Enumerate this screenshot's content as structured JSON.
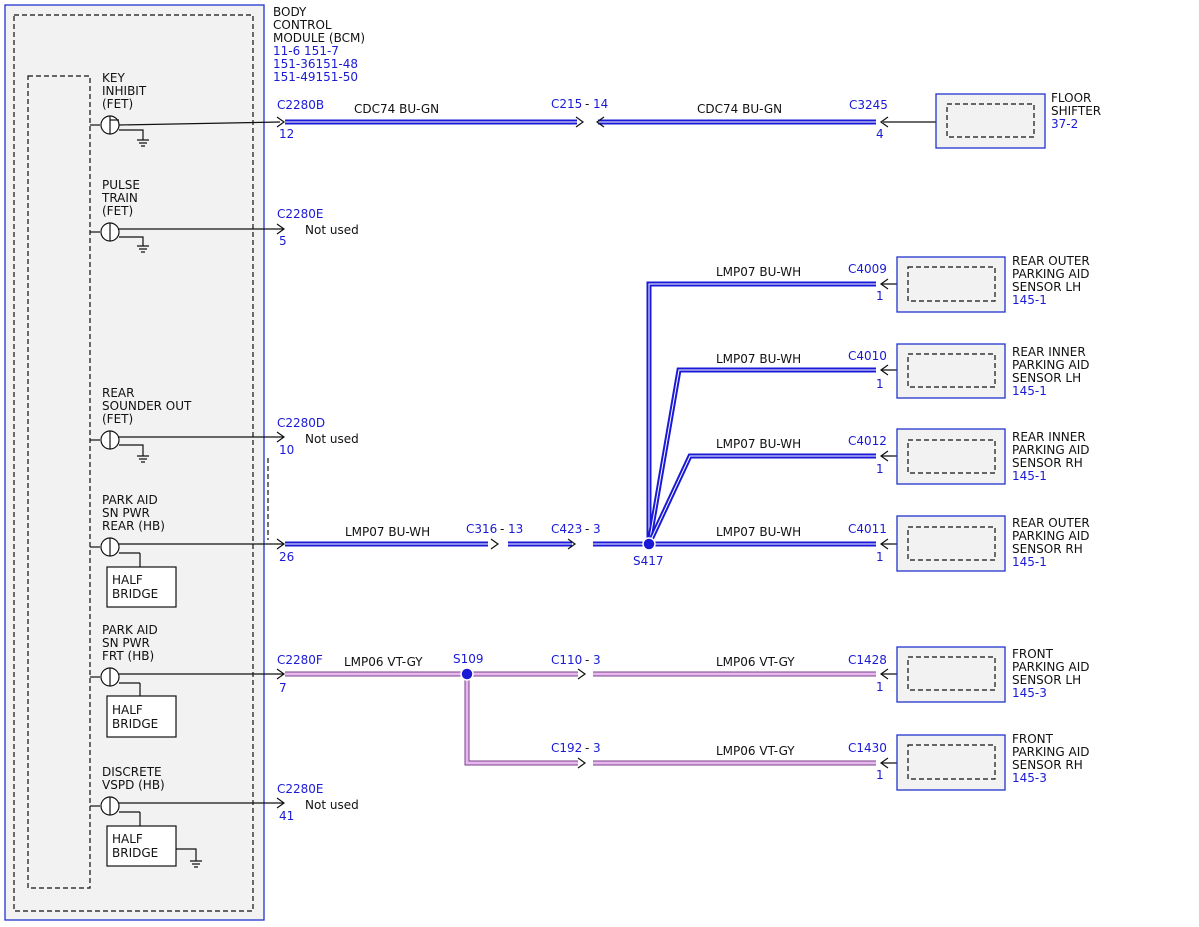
{
  "colors": {
    "bu_wire": "#1a1ad6",
    "vt_wire": "#c58fd0",
    "vt_edge": "#7a3f8a",
    "ref_text": "#1a1ad6",
    "module_border": "#2233cc",
    "module_fill": "#f2f2f2"
  },
  "bcm": {
    "title": [
      "BODY",
      "CONTROL",
      "MODULE (BCM)"
    ],
    "refs": [
      "11-6  151-7",
      "151-36151-48",
      "151-49151-50"
    ]
  },
  "circuits": [
    {
      "label": [
        "KEY",
        "INHIBIT",
        "(FET)"
      ],
      "connector": "C2280B",
      "pin": "12",
      "half_bridge": ""
    },
    {
      "label": [
        "PULSE",
        "TRAIN",
        "(FET)"
      ],
      "connector": "C2280E",
      "pin": "5",
      "note": "Not used",
      "half_bridge": ""
    },
    {
      "label": [
        "REAR",
        "SOUNDER OUT",
        "(FET)"
      ],
      "connector": "C2280D",
      "pin": "10",
      "note": "Not used",
      "half_bridge": ""
    },
    {
      "label": [
        "PARK AID",
        "SN PWR",
        "REAR (HB)"
      ],
      "connector": "",
      "pin": "26",
      "half_bridge": [
        "HALF",
        "BRIDGE"
      ]
    },
    {
      "label": [
        "PARK AID",
        "SN PWR",
        "FRT (HB)"
      ],
      "connector": "C2280F",
      "pin": "7",
      "half_bridge": [
        "HALF",
        "BRIDGE"
      ]
    },
    {
      "label": [
        "DISCRETE",
        "VSPD (HB)"
      ],
      "connector": "C2280E",
      "pin": "41",
      "note": "Not used",
      "half_bridge": [
        "HALF",
        "BRIDGE"
      ]
    }
  ],
  "wires": {
    "cdc74": "CDC74  BU-GN",
    "lmp07": "LMP07  BU-WH",
    "lmp06": "LMP06  VT-GY"
  },
  "inline": {
    "c215": "C215",
    "c215_pin": "14",
    "c316": "C316",
    "c316_pin": "13",
    "c423": "C423",
    "c423_pin": "3",
    "c110": "C110",
    "c110_pin": "3",
    "c192": "C192",
    "c192_pin": "3",
    "dash": "-"
  },
  "splices": {
    "s417": "S417",
    "s109": "S109"
  },
  "components": [
    {
      "connector": "C3245",
      "pin": "4",
      "name": [
        "FLOOR",
        "SHIFTER"
      ],
      "ref": "37-2"
    },
    {
      "connector": "C4009",
      "pin": "1",
      "name": [
        "REAR OUTER",
        "PARKING AID",
        "SENSOR LH"
      ],
      "ref": "145-1"
    },
    {
      "connector": "C4010",
      "pin": "1",
      "name": [
        "REAR INNER",
        "PARKING AID",
        "SENSOR LH"
      ],
      "ref": "145-1"
    },
    {
      "connector": "C4012",
      "pin": "1",
      "name": [
        "REAR INNER",
        "PARKING AID",
        "SENSOR RH"
      ],
      "ref": "145-1"
    },
    {
      "connector": "C4011",
      "pin": "1",
      "name": [
        "REAR OUTER",
        "PARKING AID",
        "SENSOR RH"
      ],
      "ref": "145-1"
    },
    {
      "connector": "C1428",
      "pin": "1",
      "name": [
        "FRONT",
        "PARKING AID",
        "SENSOR LH"
      ],
      "ref": "145-3"
    },
    {
      "connector": "C1430",
      "pin": "1",
      "name": [
        "FRONT",
        "PARKING AID",
        "SENSOR RH"
      ],
      "ref": "145-3"
    }
  ]
}
